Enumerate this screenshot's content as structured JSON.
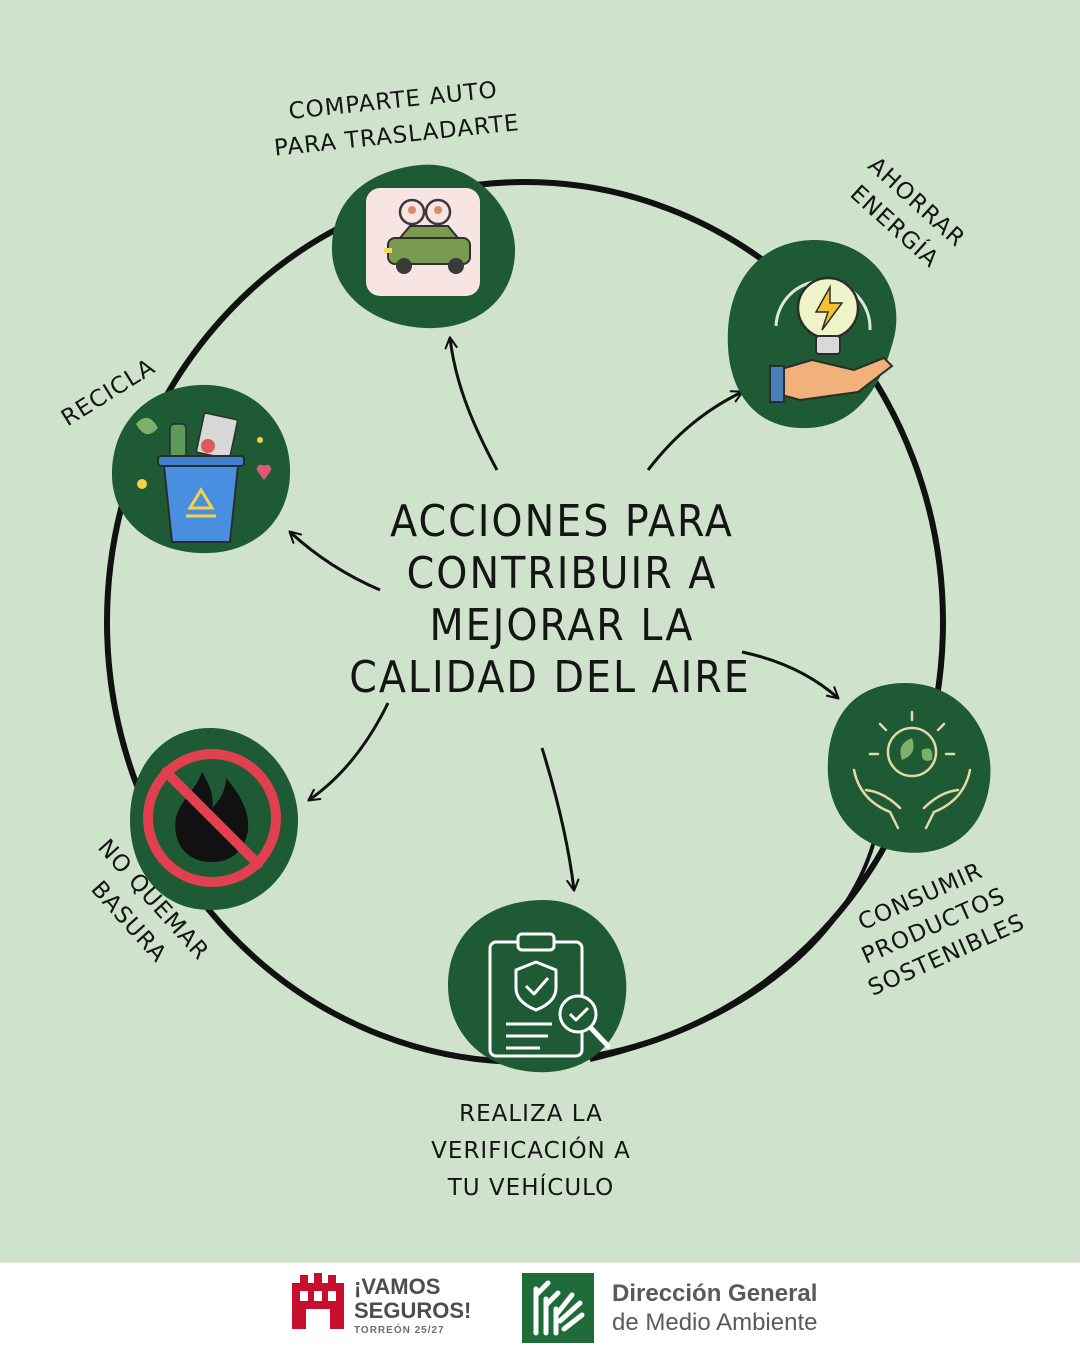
{
  "title_lines": [
    "ACCIONES PARA",
    "CONTRIBUIR A",
    "MEJORAR LA",
    "CALIDAD DEL AIRE"
  ],
  "actions": {
    "carpool": [
      "COMPARTE AUTO",
      "PARA TRASLADARTE"
    ],
    "energy": [
      "AHORRAR",
      "ENERGÍA"
    ],
    "recycle": [
      "RECICLA"
    ],
    "products": [
      "CONSUMIR",
      "PRODUCTOS",
      "SOSTENIBLES"
    ],
    "burning": [
      "NO QUEMAR",
      "BASURA"
    ],
    "verification": [
      "REALIZA LA",
      "VERIFICACIÓN A",
      "TU VEHÍCULO"
    ]
  },
  "footer": {
    "vamos_line1": "¡VAMOS",
    "vamos_line2": "SEGUROS!",
    "torreon": "TORREÓN 25/27",
    "dgma_line1": "Dirección General",
    "dgma_line2": "de Medio Ambiente"
  },
  "colors": {
    "background": "#cfe3cc",
    "badge_green": "#1e5a34",
    "ring": "#111111",
    "brand_red": "#c8102e",
    "brand_green": "#1f6b3a"
  },
  "icons": {
    "carpool": "car-with-passengers-icon",
    "energy": "lightbulb-in-hand-icon",
    "recycle": "recycle-bin-icon",
    "products": "hands-holding-leaves-icon",
    "burning": "no-burning-icon",
    "verification": "clipboard-check-icon"
  }
}
